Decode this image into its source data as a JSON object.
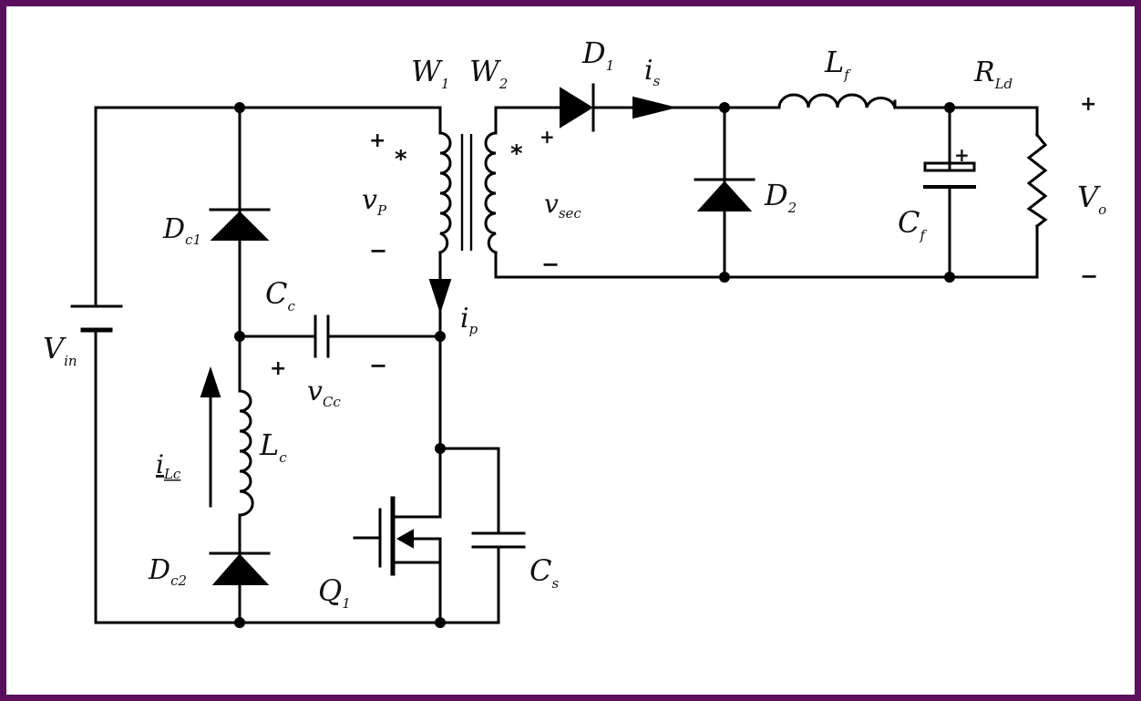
{
  "labels": {
    "w1": "W",
    "w1_sub": "1",
    "w2": "W",
    "w2_sub": "2",
    "d1": "D",
    "d1_sub": "1",
    "is": "i",
    "is_sub": "s",
    "lf": "L",
    "lf_sub": "f",
    "rld": "R",
    "rld_sub": "Ld",
    "vp": "v",
    "vp_sub": "P",
    "vsec": "v",
    "vsec_sub": "sec",
    "d2": "D",
    "d2_sub": "2",
    "cf": "C",
    "cf_sub": "f",
    "vo": "V",
    "vo_sub": "o",
    "dc1": "D",
    "dc1_sub": "c1",
    "cc": "C",
    "cc_sub": "c",
    "ip": "i",
    "ip_sub": "p",
    "vin": "V",
    "vin_sub": "in",
    "vcc": "v",
    "vcc_sub": "Cc",
    "ilc": "i",
    "ilc_sub": "Lc",
    "lc": "L",
    "lc_sub": "c",
    "dc2": "D",
    "dc2_sub": "c2",
    "q1": "Q",
    "q1_sub": "1",
    "cs": "C",
    "cs_sub": "s"
  },
  "symbols": {
    "plus": "+",
    "minus": "−",
    "dot": "*"
  }
}
